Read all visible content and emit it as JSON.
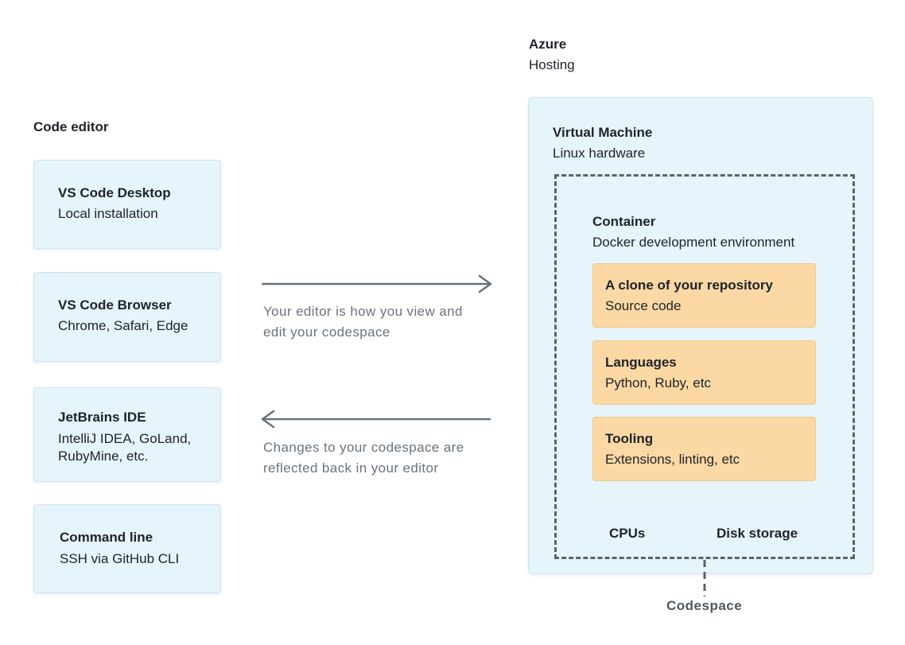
{
  "code_editor": {
    "title": "Code editor",
    "items": [
      {
        "title": "VS Code Desktop",
        "subtitle": "Local installation"
      },
      {
        "title": "VS Code Browser",
        "subtitle": "Chrome, Safari, Edge"
      },
      {
        "title": "JetBrains IDE",
        "subtitle_line1": "IntelliJ IDEA, GoLand,",
        "subtitle_line2": "RubyMine, etc."
      },
      {
        "title": "Command line",
        "subtitle": "SSH via GitHub CLI"
      }
    ]
  },
  "arrows": {
    "forward": {
      "line1": "Your editor is how you view and",
      "line2": "edit your codespace"
    },
    "back": {
      "line1": "Changes to your codespace are",
      "line2": "reflected back in your editor"
    }
  },
  "azure": {
    "title": "Azure",
    "subtitle": "Hosting"
  },
  "vm": {
    "title": "Virtual Machine",
    "subtitle": "Linux hardware",
    "resources": [
      "CPUs",
      "Disk storage"
    ]
  },
  "container": {
    "title": "Container",
    "subtitle": "Docker development environment",
    "items": [
      {
        "title": "A clone of your repository",
        "subtitle": "Source code"
      },
      {
        "title": "Languages",
        "subtitle": "Python, Ruby, etc"
      },
      {
        "title": "Tooling",
        "subtitle": "Extensions, linting, etc"
      }
    ]
  },
  "codespace": {
    "label": "Codespace"
  },
  "colors": {
    "blue_fill": "#e6f4fb",
    "orange_fill": "#fbd8a4",
    "arrow": "#6a737d",
    "dashed_border": "#5b636b"
  }
}
